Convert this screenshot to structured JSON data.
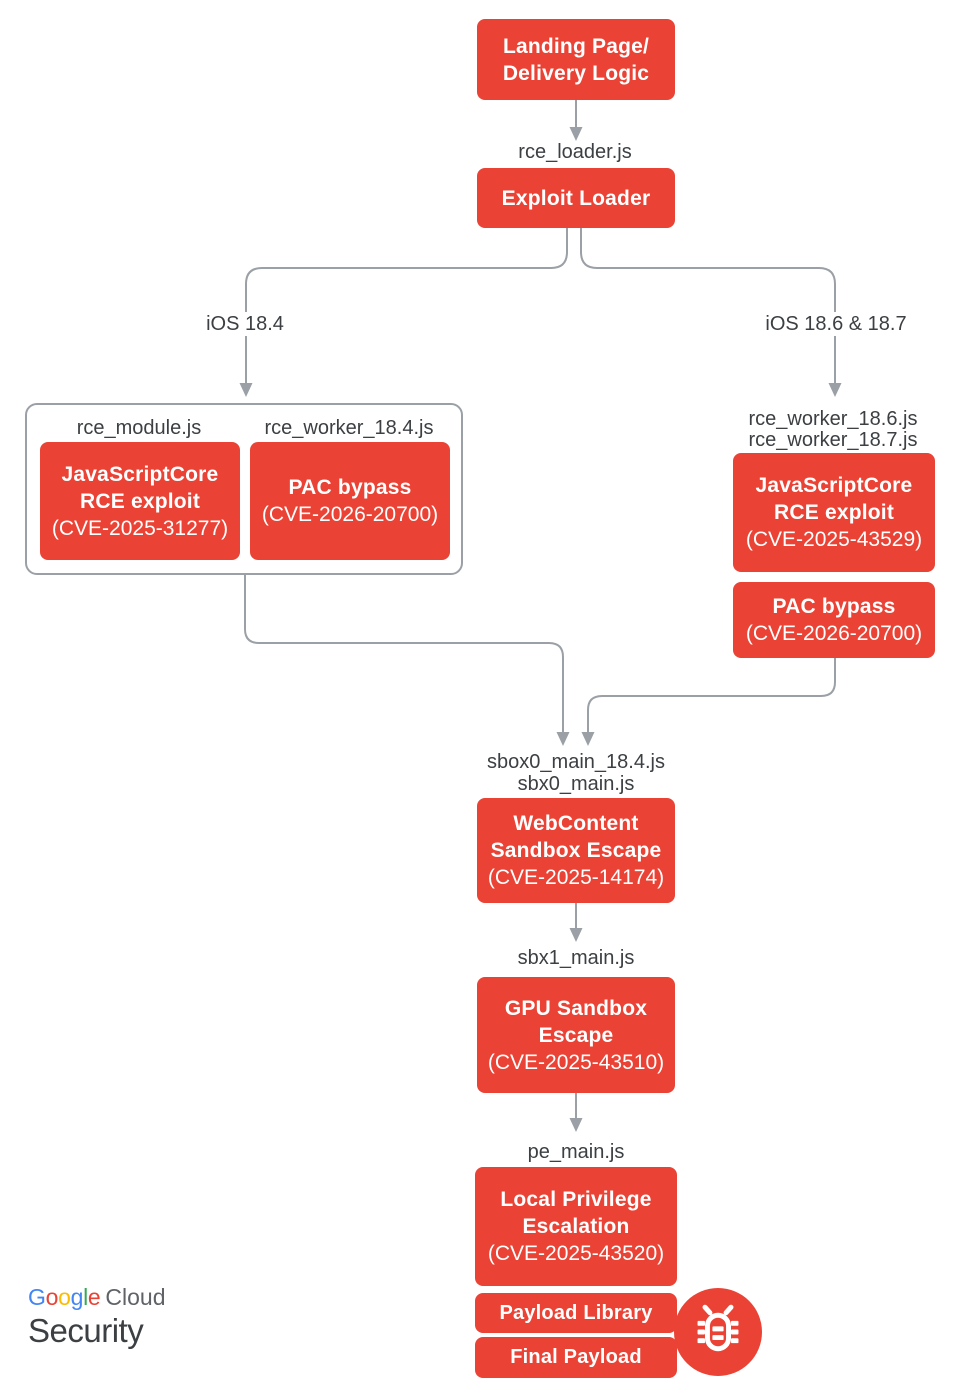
{
  "diagram": {
    "title_semantic": "iOS exploit chain flowchart",
    "nodes": {
      "landing": {
        "lines": [
          "Landing Page/",
          "Delivery Logic"
        ]
      },
      "loader": {
        "lines": [
          "Exploit Loader"
        ]
      },
      "jsc_184": {
        "lines": [
          "JavaScriptCore",
          "RCE exploit"
        ],
        "cve": "(CVE-2025-31277)"
      },
      "pac_184": {
        "lines": [
          "PAC bypass"
        ],
        "cve": "(CVE-2026-20700)"
      },
      "jsc_186": {
        "lines": [
          "JavaScriptCore",
          "RCE exploit"
        ],
        "cve": "(CVE-2025-43529)"
      },
      "pac_186": {
        "lines": [
          "PAC bypass"
        ],
        "cve": "(CVE-2026-20700)"
      },
      "webcontent": {
        "lines": [
          "WebContent",
          "Sandbox Escape"
        ],
        "cve": "(CVE-2025-14174)"
      },
      "gpu": {
        "lines": [
          "GPU Sandbox",
          "Escape"
        ],
        "cve": "(CVE-2025-43510)"
      },
      "lpe": {
        "lines": [
          "Local Privilege",
          "Escalation"
        ],
        "cve": "(CVE-2025-43520)"
      },
      "payload_library": {
        "lines": [
          "Payload Library"
        ]
      },
      "final_payload": {
        "lines": [
          "Final Payload"
        ]
      }
    },
    "edge_labels": {
      "loader_js": "rce_loader.js",
      "ios_184": "iOS 18.4",
      "ios_186_187": "iOS 18.6 & 18.7",
      "rce_module": "rce_module.js",
      "rce_worker_184": "rce_worker_18.4.js",
      "rce_worker_186": "rce_worker_18.6.js",
      "rce_worker_187": "rce_worker_18.7.js",
      "sbox0_main_184": "sbox0_main_18.4.js",
      "sbx0_main": "sbx0_main.js",
      "sbx1_main": "sbx1_main.js",
      "pe_main": "pe_main.js"
    },
    "colors": {
      "node_red": "#EA4335",
      "connector_grey": "#9AA0A6",
      "label_text": "#3C4043"
    }
  },
  "footer": {
    "logo": {
      "letters": [
        "G",
        "o",
        "o",
        "g",
        "l",
        "e"
      ],
      "letter_colors": [
        "#4285F4",
        "#EA4335",
        "#FBBC04",
        "#4285F4",
        "#34A853",
        "#EA4335"
      ],
      "cloud": "Cloud",
      "product": "Security"
    },
    "bug_badge": {
      "icon": "bug",
      "color": "#EA4335"
    }
  }
}
